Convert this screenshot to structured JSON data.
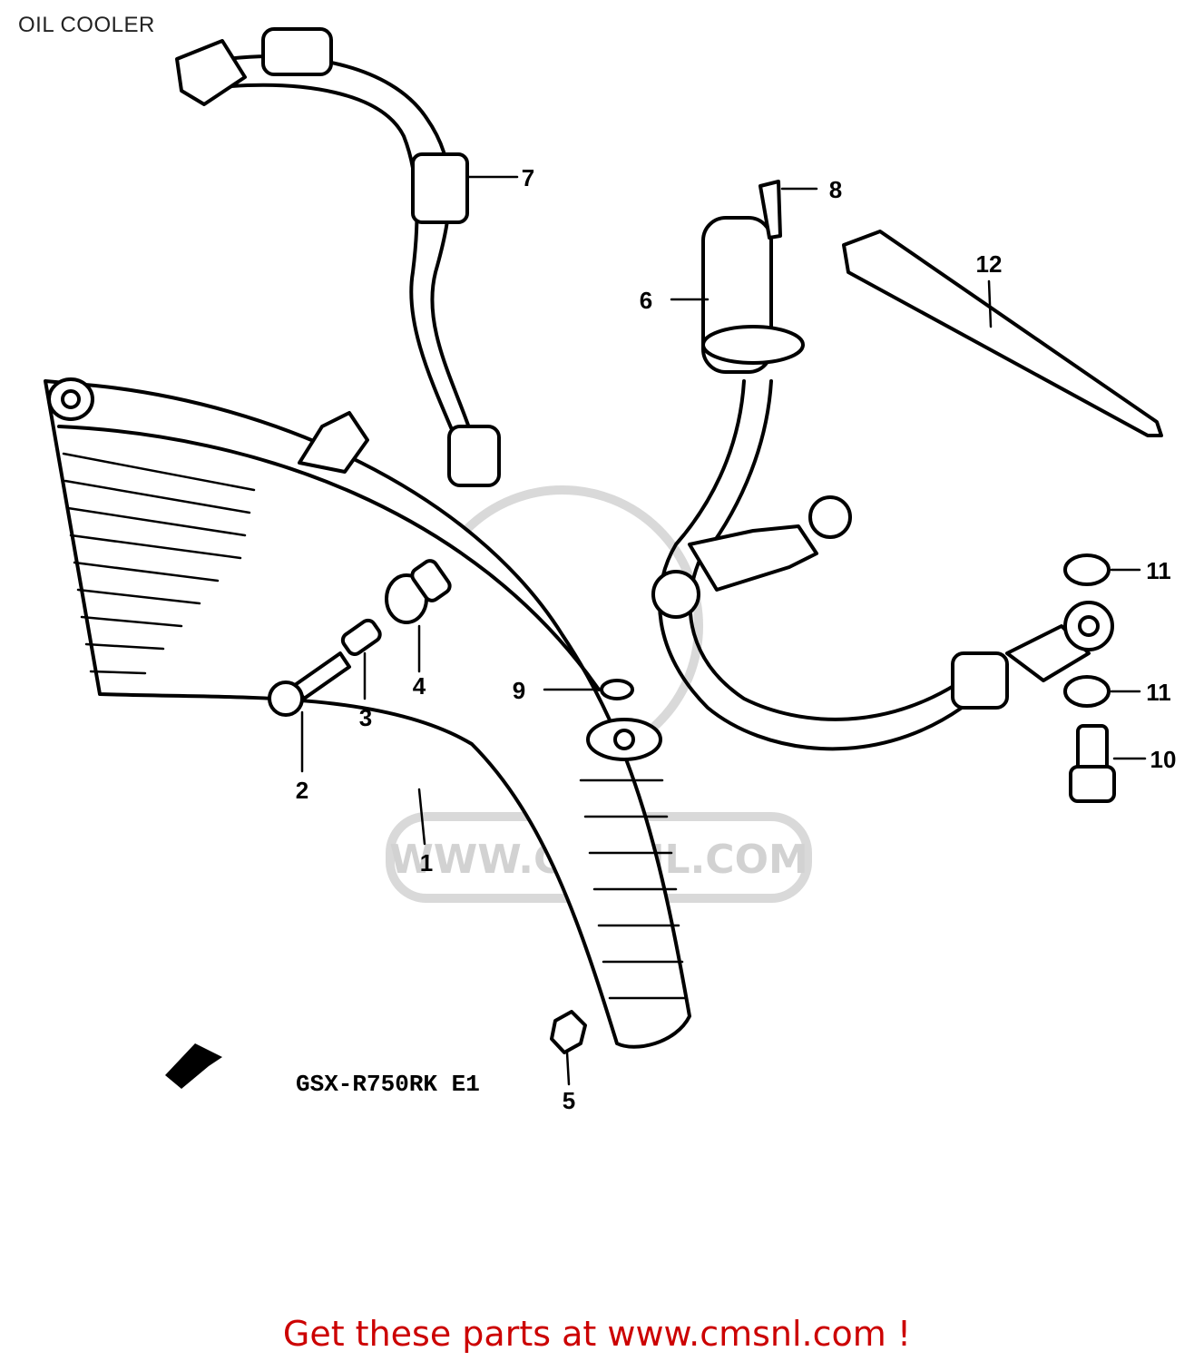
{
  "title": "OIL COOLER",
  "model_code": "GSX-R750RK E1",
  "watermark_text": "WWW.CMSNL.COM",
  "footer": "Get these parts at www.cmsnl.com !",
  "callouts": [
    {
      "id": "1",
      "text": "1"
    },
    {
      "id": "2",
      "text": "2"
    },
    {
      "id": "3",
      "text": "3"
    },
    {
      "id": "4",
      "text": "4"
    },
    {
      "id": "5",
      "text": "5"
    },
    {
      "id": "6",
      "text": "6"
    },
    {
      "id": "7",
      "text": "7"
    },
    {
      "id": "8",
      "text": "8"
    },
    {
      "id": "9",
      "text": "9"
    },
    {
      "id": "10",
      "text": "10"
    },
    {
      "id": "11a",
      "text": "11"
    },
    {
      "id": "11b",
      "text": "11"
    },
    {
      "id": "12",
      "text": "12"
    }
  ],
  "colors": {
    "footer": "#cc0000",
    "ink": "#000000",
    "watermark": "#d2d2d2"
  }
}
